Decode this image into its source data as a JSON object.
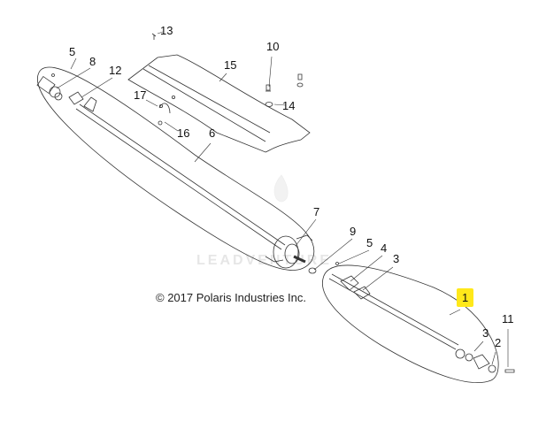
{
  "copyright": "© 2017 Polaris Industries Inc.",
  "watermark": "LEADVENTURE",
  "highlight_color": "#ffe81a",
  "callouts": {
    "c13": "13",
    "c5a": "5",
    "c8": "8",
    "c12": "12",
    "c10": "10",
    "c15": "15",
    "c17": "17",
    "c16": "16",
    "c6": "6",
    "c14": "14",
    "c7": "7",
    "c9": "9",
    "c5b": "5",
    "c4": "4",
    "c3a": "3",
    "c1": "1",
    "c11": "11",
    "c3b": "3",
    "c2": "2"
  }
}
